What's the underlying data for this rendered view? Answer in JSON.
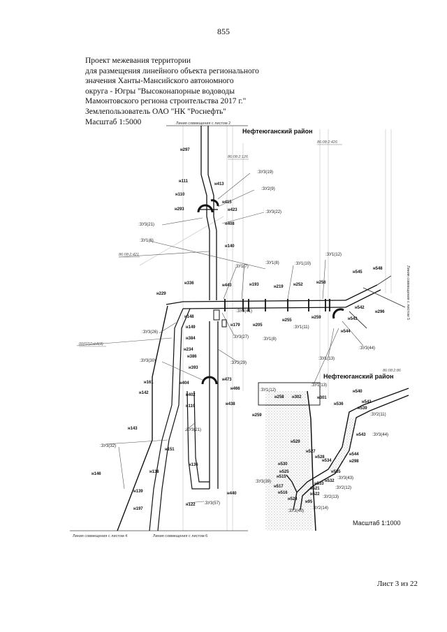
{
  "page": {
    "number": "855",
    "footer": "Лист 3 из 22"
  },
  "title": {
    "lines": [
      "Проект межевания территории",
      "для размещения линейного объекта регионального",
      "значения Ханты-Мансийского автономного",
      "округа - Югры \"Высоконапорные водоводы",
      "Мамонтовского региона строительства 2017 г.\"",
      "Землепользователь ОАО \"НК \"Роснефть\""
    ],
    "scale": "Масштаб 1:5000"
  },
  "map": {
    "district_label": "Нефтеюганский район",
    "inset_district_label": "Нефтеюганский район",
    "inset_scale": "Масштаб 1:1000",
    "match_lines": {
      "top": "Линия совмещения с листом 2",
      "bottom_left": "Линия совмещения с листом 4",
      "bottom_right": "Линия совмещения с листом 6",
      "right": "Линия совмещения с листом 5"
    },
    "cadastral_numbers": {
      "top_right": "86:08:2:426",
      "upper": "86:08:2:126",
      "left_mid": "86:08:2:421",
      "left_low": "00(02)2ab8(8)",
      "inset": "86:08:2:86"
    },
    "point_labels": {
      "n297": "н297",
      "n111": "н111",
      "n413": "н413",
      "n110": "н110",
      "n415": "н415",
      "n293": "н293",
      "n423": "н423",
      "n408": "н408",
      "n140": "н140",
      "n336": "н336",
      "n443": "н443",
      "n193": "н193",
      "n219": "н219",
      "n252": "н252",
      "n256": "н256",
      "n545": "н545",
      "n548": "н548",
      "n229": "н229",
      "n542": "н542",
      "n296": "н296",
      "n543": "н543",
      "n148": "н148",
      "n179": "н179",
      "n205": "н205",
      "n255": "н255",
      "n259": "н259",
      "n149": "н149",
      "n384": "н384",
      "n544": "н544",
      "n234": "н234",
      "n386": "н386",
      "n393": "н393",
      "n404": "н404",
      "n473": "н473",
      "n161": "н161",
      "n142": "н142",
      "n402": "н402",
      "n466": "н466",
      "n119": "н119",
      "n438": "н438",
      "n143": "н143",
      "n151": "н151",
      "n146": "н146",
      "n136": "н136",
      "n138": "н138",
      "n139": "н139",
      "n197": "н197",
      "n122": "н122",
      "n440": "н440",
      "n259b": "н259",
      "n258": "н258",
      "n302": "н302",
      "n301": "н301",
      "n540": "н540",
      "n536": "н536",
      "n542i": "н542",
      "n539": "н539",
      "n543i": "н543",
      "n529": "н529",
      "n527": "н527",
      "n528": "н528",
      "n534": "н534",
      "n544i": "н544",
      "n298": "н298",
      "n530": "н530",
      "n525": "н525",
      "n515": "н515",
      "n535": "н535",
      "n532": "н532",
      "n533": "н533",
      "n517": "н517",
      "n521": "н521",
      "n516": "н516",
      "n522": "н522",
      "n524": "н524",
      "n95": "н95"
    },
    "parcel_labels": {
      "zu3_19": ":ЗУ3(19)",
      "zu2_9": ":ЗУ2(9)",
      "zu3_22": ":ЗУ3(22)",
      "zu3_21": ":ЗУ3(21)",
      "zu1_6": ":ЗУ1(6)",
      "zu1_7": ":ЗУ1(7)",
      "zu1_8": ":ЗУ1(8)",
      "zu1_10": ":ЗУ1(10)",
      "zu1_12": ":ЗУ1(12)",
      "zu1_11": ":ЗУ1(11)",
      "zu3_26": ":ЗУ3(26)",
      "zu3_27": ":ЗУ3(27)",
      "zu1_8b": ":ЗУ1(8)",
      "zu3_44": ":ЗУ3(44)",
      "zu1_13": ":ЗУ1(13)",
      "zu3_30": ":ЗУ3(30)",
      "zu3_29": ":ЗУ3(29)",
      "zu3_41": ":ЗУ3(41)",
      "zu1_12b": ":ЗУ1(12)",
      "zu1_13b": ":ЗУ1(13)",
      "zu3_21b": ":ЗУ3(21)",
      "zu3_32": ":ЗУ3(32)",
      "zu3_57": ":ЗУ3(57)",
      "zu2_11": ":ЗУ2(11)",
      "zu3_44b": ":ЗУ3(44)",
      "zu3_43": ":ЗУ3(43)",
      "zu2_12": ":ЗУ2(12)",
      "zu3_39": ":ЗУ3(39)",
      "zu2_13": ":ЗУ2(13)",
      "zu3_40": ":ЗУ3(40)",
      "zu2_14": ":ЗУ2(14)"
    }
  }
}
